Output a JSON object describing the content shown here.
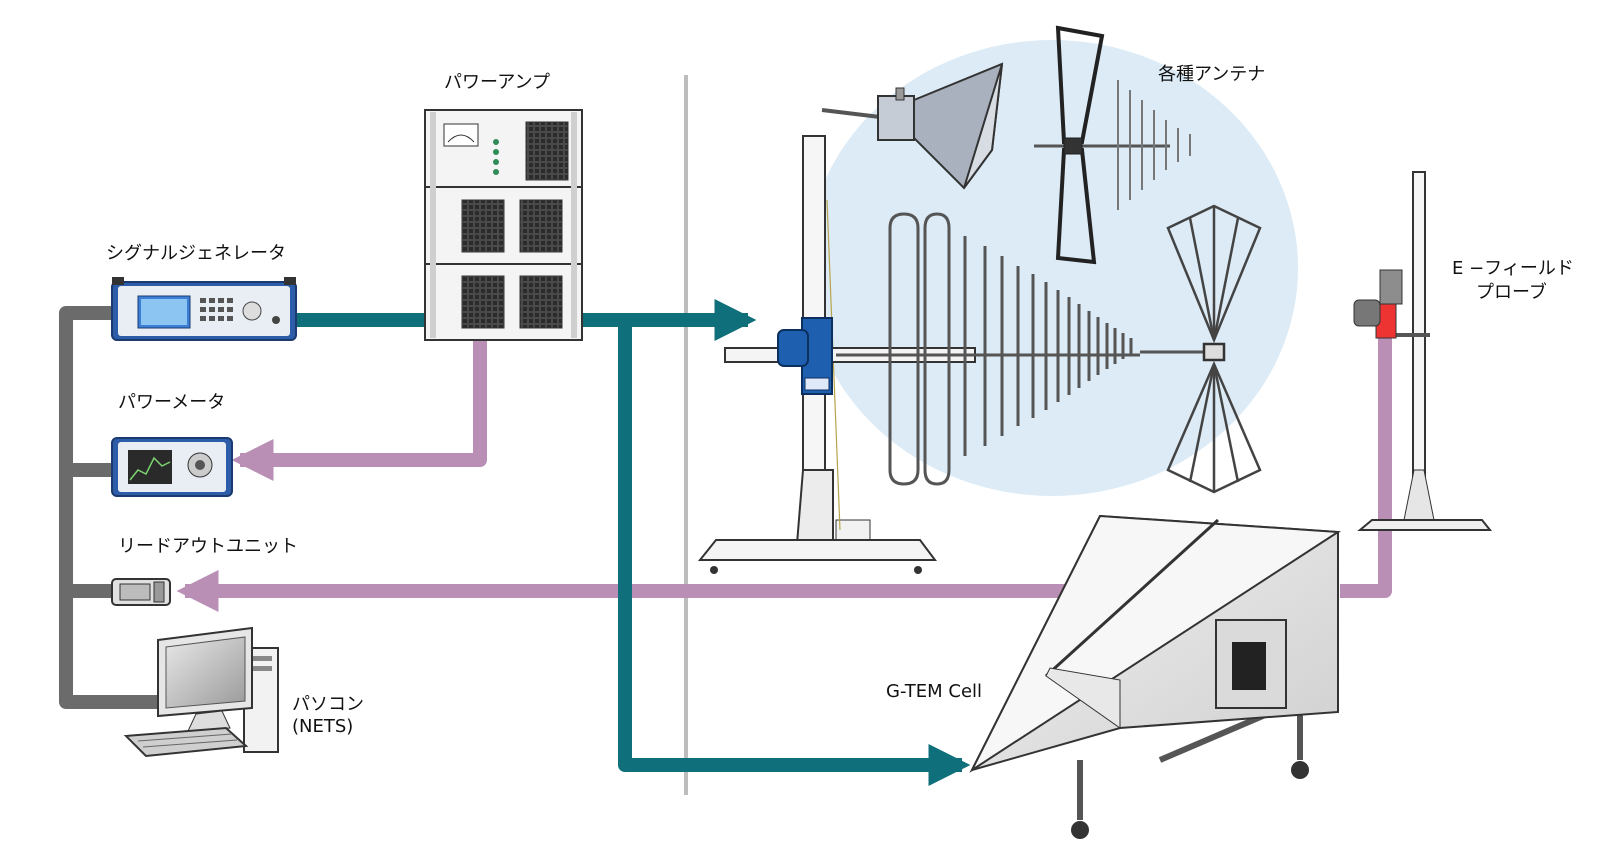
{
  "colors": {
    "signal_line": "#0f6f7a",
    "measure_line": "#b98fb5",
    "control_line": "#6b6b6b",
    "divider": "#bdbdbd",
    "antenna_zone": "#dcebf6",
    "mast_blue": "#1f5fb0",
    "rack_face": "#f4f4f4"
  },
  "labels": {
    "power_amp": "パワーアンプ",
    "signal_generator": "シグナルジェネレータ",
    "power_meter": "パワーメータ",
    "readout_unit": "リードアウトユニット",
    "pc_line1": "パソコン",
    "pc_line2": "(NETS)",
    "antennas": "各種アンテナ",
    "efield_line1": "E −フィールド",
    "efield_line2": "プローブ",
    "gtem": "G-TEM Cell"
  },
  "icons": {
    "signal_generator": "signal-generator-icon",
    "power_meter": "power-meter-icon",
    "readout_unit": "readout-unit-icon",
    "pc": "desktop-pc-icon",
    "power_amp": "rack-amplifier-icon",
    "horn_antenna": "horn-antenna-icon",
    "biconical_antenna": "biconical-antenna-icon",
    "log_periodic_antenna": "log-periodic-antenna-icon",
    "efield_probe": "e-field-probe-icon",
    "gtem_cell": "gtem-cell-icon"
  }
}
